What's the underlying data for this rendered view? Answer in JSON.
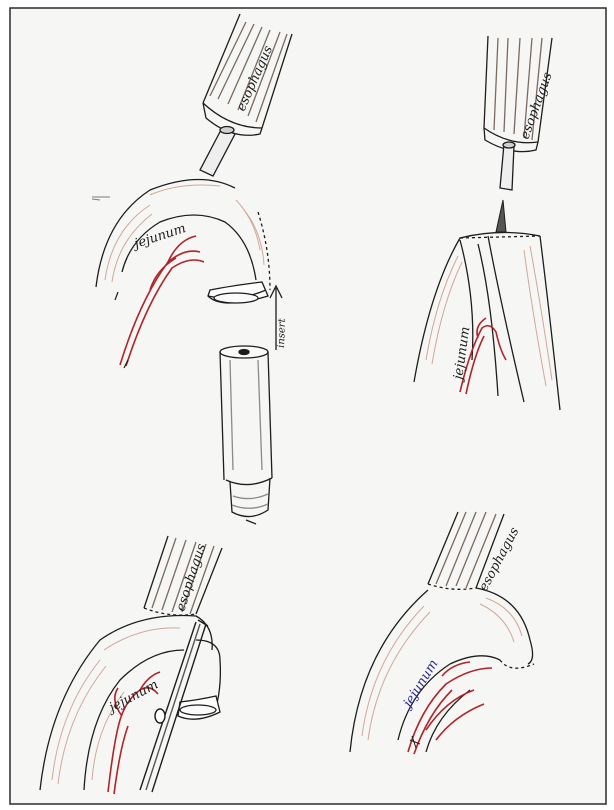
{
  "panels": [
    {
      "id": "top-left",
      "labels": {
        "organ_top": "esophagus",
        "organ_bottom": "jejunum",
        "instruction": "insert"
      }
    },
    {
      "id": "top-right",
      "labels": {
        "organ_top": "esophagus",
        "organ_bottom": "jejunum"
      }
    },
    {
      "id": "bottom-left",
      "labels": {
        "organ_top": "esophagus",
        "organ_bottom": "jejunum"
      }
    },
    {
      "id": "bottom-right",
      "labels": {
        "organ_top": "esophagus",
        "organ_bottom": "jejunum"
      }
    }
  ],
  "colors": {
    "ink": "#1d1d1d",
    "vessel": "#b0242a",
    "shading": "#c99a8c",
    "blue_ink": "#2a2a8a",
    "paper": "#f6f6f4",
    "frame": "#2b2b2b"
  }
}
